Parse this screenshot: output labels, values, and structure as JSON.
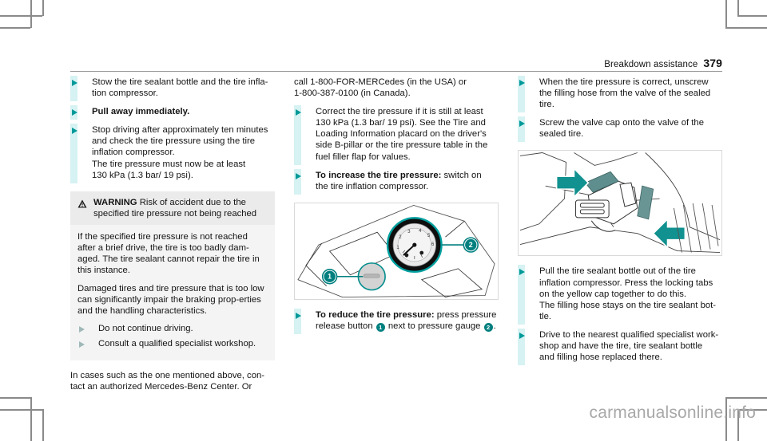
{
  "header": {
    "section_title": "Breakdown assistance",
    "page_number": "379"
  },
  "colors": {
    "accent_teal": "#009999",
    "badge_teal": "#00807f",
    "bullet_bar": "#d6f2f2",
    "warning_bg": "#f2f2f2",
    "watermark_grey": "#a8a8a8"
  },
  "column_left": {
    "bullets": [
      {
        "text": "Stow the tire sealant bottle and the tire infla-\ntion compressor.",
        "bold": false
      },
      {
        "text": "Pull away immediately.",
        "bold": true
      },
      {
        "text": "Stop driving after approximately ten minutes\nand check the tire pressure using the tire\ninflation compressor.\nThe tire pressure must now be at least\n130 kPa (1.3 bar/ 19 psi).",
        "bold": false
      }
    ],
    "warning": {
      "icon": "warning-triangle-icon",
      "label": "WARNING",
      "title": "Risk of accident due to the specified tire pressure not being reached",
      "paragraphs": [
        "If the specified tire pressure is not reached after a brief drive, the tire is too badly dam-aged. The tire sealant cannot repair the tire in this instance.",
        "Damaged tires and tire pressure that is too low can significantly impair the braking prop-erties and the handling characteristics."
      ],
      "bullets": [
        "Do not continue driving.",
        "Consult a qualified specialist workshop."
      ]
    },
    "tail_paragraph": "In cases such as the one mentioned above, con-tact an authorized Mercedes-Benz Center. Or"
  },
  "column_middle": {
    "continuation": "call 1-800-FOR-MERCedes (in the USA) or\n1-800-387-0100 (in Canada).",
    "bullets": [
      {
        "text": "Correct the tire pressure if it is still at least\n130 kPa (1.3 bar/ 19 psi). See the Tire and\nLoading Information placard on the driver's\nside B-pillar or the tire pressure table in the\nfuel filler flap for values.",
        "bold_lead": ""
      },
      {
        "bold_lead": "To increase the tire pressure:",
        "text": " switch on\nthe tire inflation compressor."
      }
    ],
    "figure": {
      "name": "tire-inflation-compressor-gauge-figure",
      "callouts": [
        {
          "id": "1",
          "meaning": "pressure release button"
        },
        {
          "id": "2",
          "meaning": "pressure gauge"
        }
      ],
      "gauge_ticks": [
        "1",
        "2",
        "3",
        "4",
        "5",
        "6"
      ]
    },
    "reduce_pressure": {
      "bold_lead": "To reduce the tire pressure:",
      "text_part_1": " press pressure release button ",
      "badge_1": "1",
      "text_part_2": " next to pressure gauge ",
      "badge_2": "2",
      "text_part_3": "."
    }
  },
  "column_right": {
    "bullets_top": [
      {
        "text": "When the tire pressure is correct, unscrew\nthe filling hose from the valve of the sealed\ntire."
      },
      {
        "text": "Screw the valve cap onto the valve of the\nsealed tire."
      }
    ],
    "figure": {
      "name": "locking-tabs-press-figure",
      "arrow_count": 2,
      "arrow_meaning": "press locking tabs together"
    },
    "bullets_bottom": [
      {
        "text": "Pull the tire sealant bottle out of the tire\ninflation compressor. Press the locking tabs\non the yellow cap together to do this.\nThe filling hose stays on the tire sealant bot-tle."
      },
      {
        "text": "Drive to the nearest qualified specialist work-shop and have the tire, tire sealant bottle\nand filling hose replaced there."
      }
    ]
  },
  "watermark": {
    "text": "carmanualsonline.info"
  }
}
